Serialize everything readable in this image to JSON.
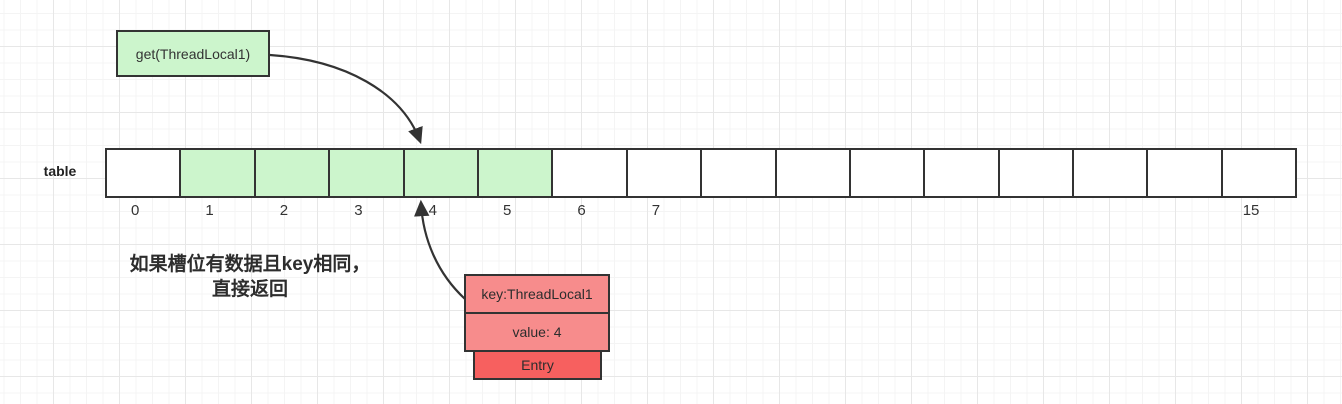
{
  "diagram": {
    "get_box_label": "get(ThreadLocal1)",
    "table_label": "table",
    "cells": [
      {
        "label": "0",
        "green": false
      },
      {
        "label": "1",
        "green": true
      },
      {
        "label": "2",
        "green": true
      },
      {
        "label": "3",
        "green": true
      },
      {
        "label": "4",
        "green": true
      },
      {
        "label": "5",
        "green": true
      },
      {
        "label": "6",
        "green": false
      },
      {
        "label": "7",
        "green": false
      },
      {
        "label": "",
        "green": false
      },
      {
        "label": "",
        "green": false
      },
      {
        "label": "",
        "green": false
      },
      {
        "label": "",
        "green": false
      },
      {
        "label": "",
        "green": false
      },
      {
        "label": "",
        "green": false
      },
      {
        "label": "",
        "green": false
      },
      {
        "label": "15",
        "green": false
      }
    ],
    "note": {
      "line1": "如果槽位有数据且key相同，",
      "line2": "直接返回"
    },
    "entry_stack": {
      "key": "key:ThreadLocal1",
      "value": "value: 4",
      "label": "Entry"
    },
    "colors": {
      "cell_green": "#ccf5cc",
      "entry_salmon": "#f78c8c",
      "entry_red": "#f7605f",
      "stroke": "#333333"
    }
  }
}
